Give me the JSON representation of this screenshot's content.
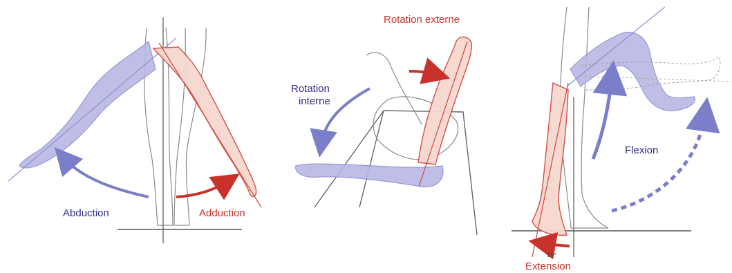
{
  "colors": {
    "blue_limb": "#b7b8e4",
    "blue_stroke": "#8c8fd0",
    "blue_arrow": "#7b7ec8",
    "blue_text": "#2e2f8a",
    "red_limb": "#f6d7cf",
    "red_stroke": "#d0463b",
    "red_arrow": "#c8322b",
    "red_text": "#c8322b",
    "outline": "#8a8a8a"
  },
  "panels": [
    {
      "id": "abduction-adduction",
      "labels": {
        "abduction": "Abduction",
        "adduction": "Adduction"
      }
    },
    {
      "id": "rotation",
      "labels": {
        "external": "Rotation externe",
        "internal_line1": "Rotation",
        "internal_line2": "interne"
      }
    },
    {
      "id": "flexion-extension",
      "labels": {
        "flexion": "Flexion",
        "extension": "Extension",
        "angle": "15°"
      }
    }
  ]
}
